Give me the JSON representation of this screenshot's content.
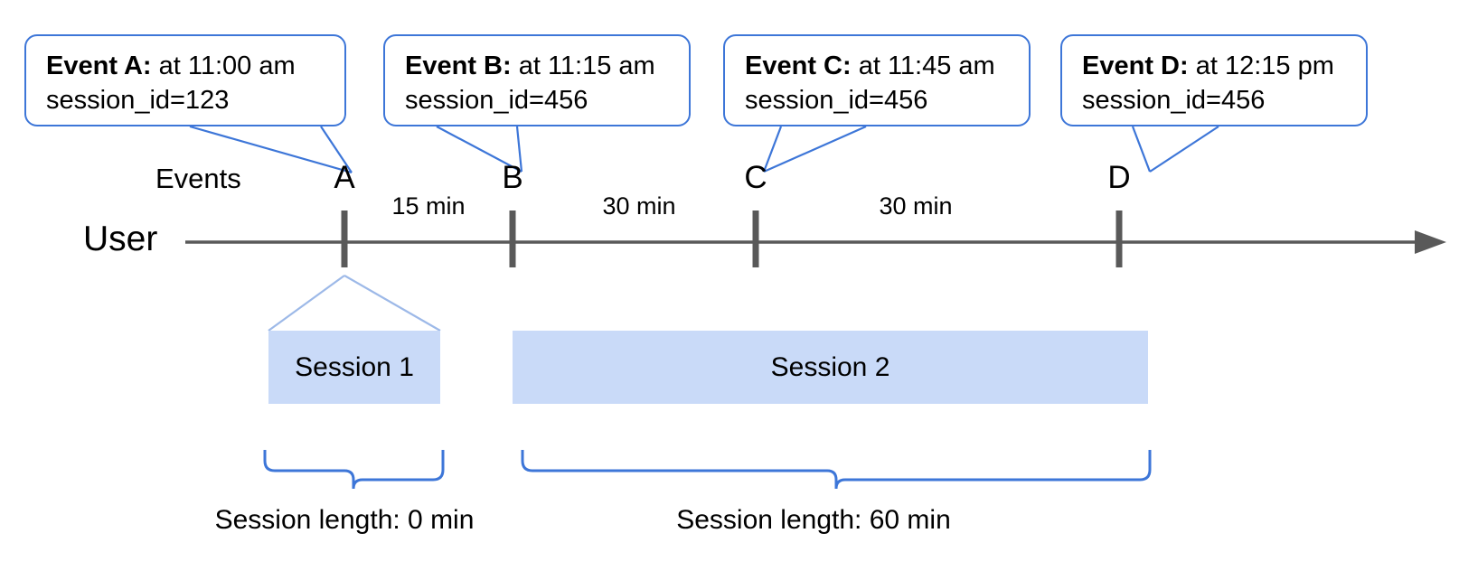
{
  "diagram": {
    "title_row_label": "User",
    "events_row_label": "Events",
    "axis_color": "#595959",
    "accent_color": "#3d76d8",
    "session_fill": "#c9daf8",
    "callouts": [
      {
        "id": "A",
        "title": "Event A:",
        "time": " at 11:00 am",
        "session": "session_id=123"
      },
      {
        "id": "B",
        "title": "Event B:",
        "time": " at 11:15 am",
        "session": "session_id=456"
      },
      {
        "id": "C",
        "title": "Event C:",
        "time": " at 11:45 am",
        "session": "session_id=456"
      },
      {
        "id": "D",
        "title": "Event D:",
        "time": " at 12:15 pm",
        "session": "session_id=456"
      }
    ],
    "event_marks": [
      {
        "label": "A"
      },
      {
        "label": "B"
      },
      {
        "label": "C"
      },
      {
        "label": "D"
      }
    ],
    "gaps": [
      {
        "label": "15 min"
      },
      {
        "label": "30 min"
      },
      {
        "label": "30 min"
      }
    ],
    "sessions": [
      {
        "name": "Session 1",
        "length_label": "Session length: 0 min"
      },
      {
        "name": "Session 2",
        "length_label": "Session length: 60 min"
      }
    ]
  }
}
